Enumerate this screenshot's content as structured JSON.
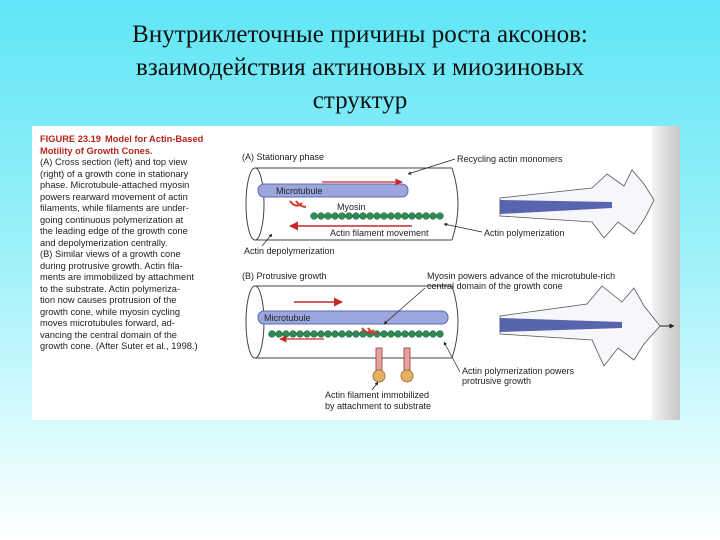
{
  "title": {
    "lines": [
      "Внутриклеточные причины роста аксонов:",
      "взаимодействия актиновых и миозиновых",
      "структур"
    ]
  },
  "figure": {
    "number": "FIGURE 23.19",
    "heading": "Model for Actin-Based Motility of Growth Cones.",
    "caption_lines": [
      "(A) Cross section (left) and top view",
      "(right) of a growth cone in stationary",
      "phase. Microtubule-attached myosin",
      "powers rearward movement of actin",
      "filaments, while filaments are under-",
      "going continuous polymerization at",
      "the leading edge of the growth cone",
      "and depolymerization centrally.",
      "(B) Similar views of a growth cone",
      "during protrusive growth. Actin fila-",
      "ments are immobilized by attachment",
      "to the substrate. Actin polymeriza-",
      "tion now causes protrusion of the",
      "growth cone, while myosin cycling",
      "moves microtubules forward, ad-",
      "vancing the central domain of the",
      "growth cone. (After Suter et al., 1998.)"
    ],
    "panel_a": {
      "heading": "(A)  Stationary phase",
      "labels": {
        "recycling": "Recycling actin monomers",
        "microtubule": "Microtubule",
        "myosin": "Myosin",
        "filament_movement": "Actin filament movement",
        "polymerization": "Actin polymerization",
        "depolymerization": "Actin depolymerization"
      }
    },
    "panel_b": {
      "heading": "(B)  Protrusive growth",
      "labels": {
        "myosin_powers_1": "Myosin powers advance of the microtubule-rich",
        "myosin_powers_2": "central domain of the growth cone",
        "microtubule": "Microtubule",
        "actin_powers_1": "Actin polymerization powers",
        "actin_powers_2": "protrusive growth",
        "immobilized_1": "Actin filament immobilized",
        "immobilized_2": "by attachment to substrate"
      }
    }
  },
  "colors": {
    "microtubule": "#9ba6dc",
    "actin_bead": "#2e8b57",
    "myosin": "#d23a2c",
    "anchor": "#e4b063",
    "arrow": "#c62828"
  }
}
